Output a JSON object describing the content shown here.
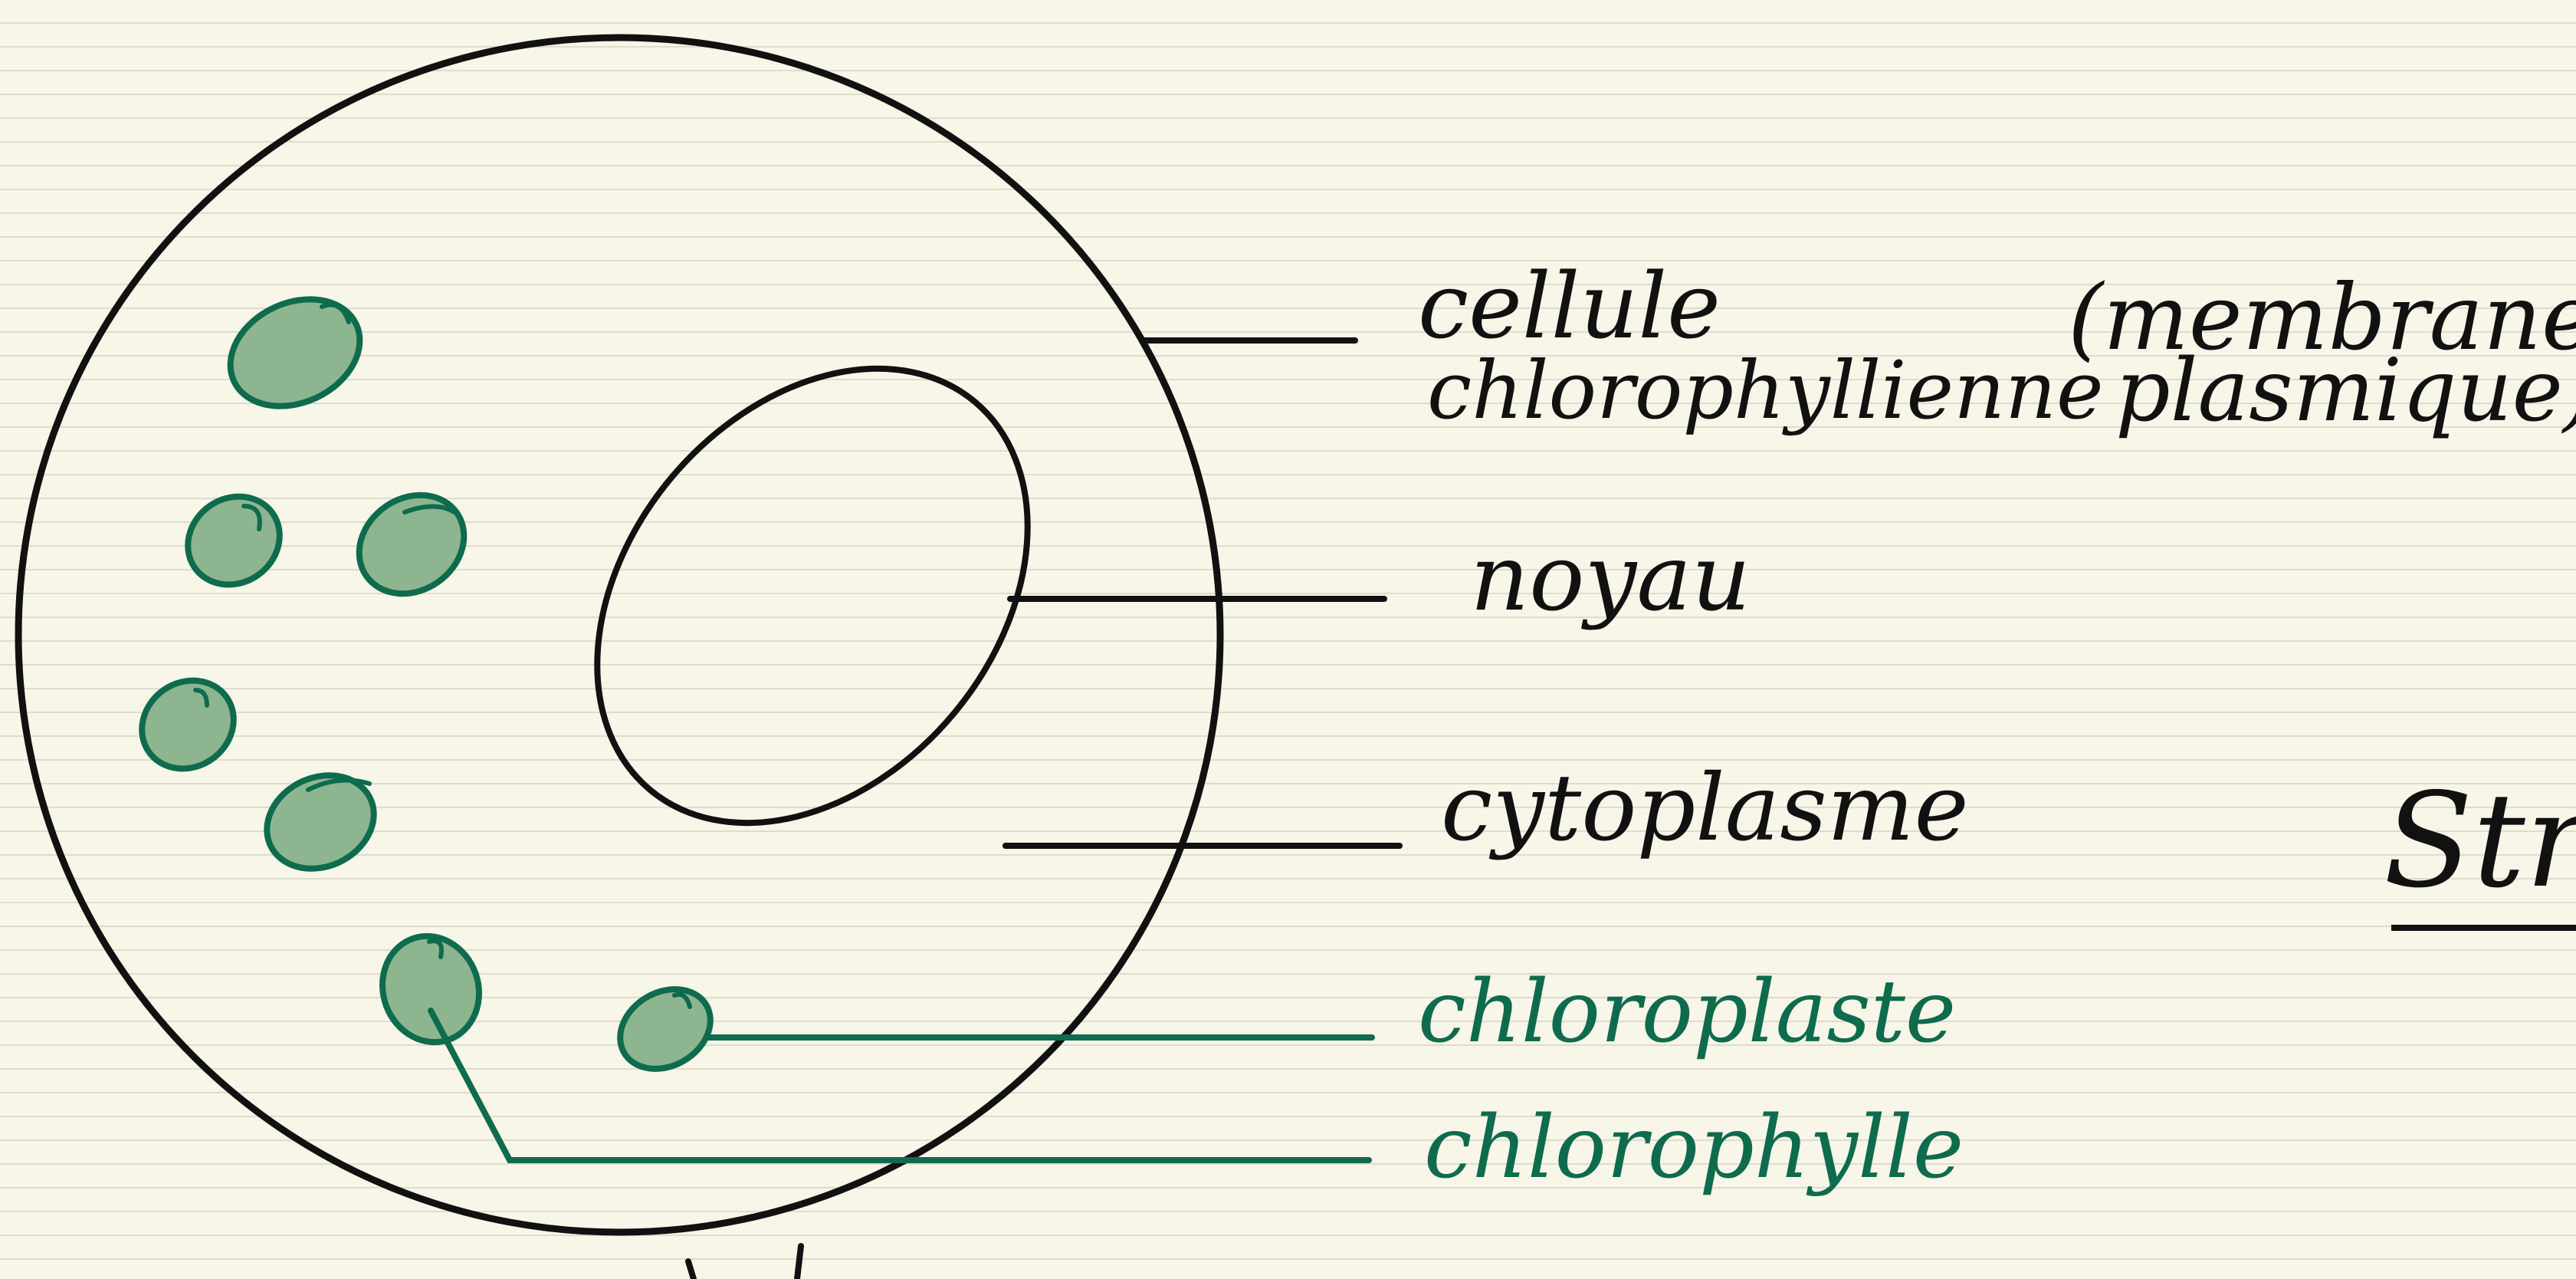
{
  "labels": {
    "cell": "cellule",
    "cell_line2": "chlorophyllienne",
    "membrane": "(membrane",
    "membrane_line2": "plasmique)",
    "nucleus": "noyau",
    "cytoplasm": "cytoplasme",
    "chloroplast": "chloroplaste",
    "chlorophyll": "chlorophylle",
    "cut_off_heading": "Str"
  },
  "colors": {
    "ink": "#111111",
    "green": "#0f6b4d",
    "green_fill": "#8db58f",
    "paper": "#f8f6e9",
    "rule_line": "#dcdccf"
  }
}
